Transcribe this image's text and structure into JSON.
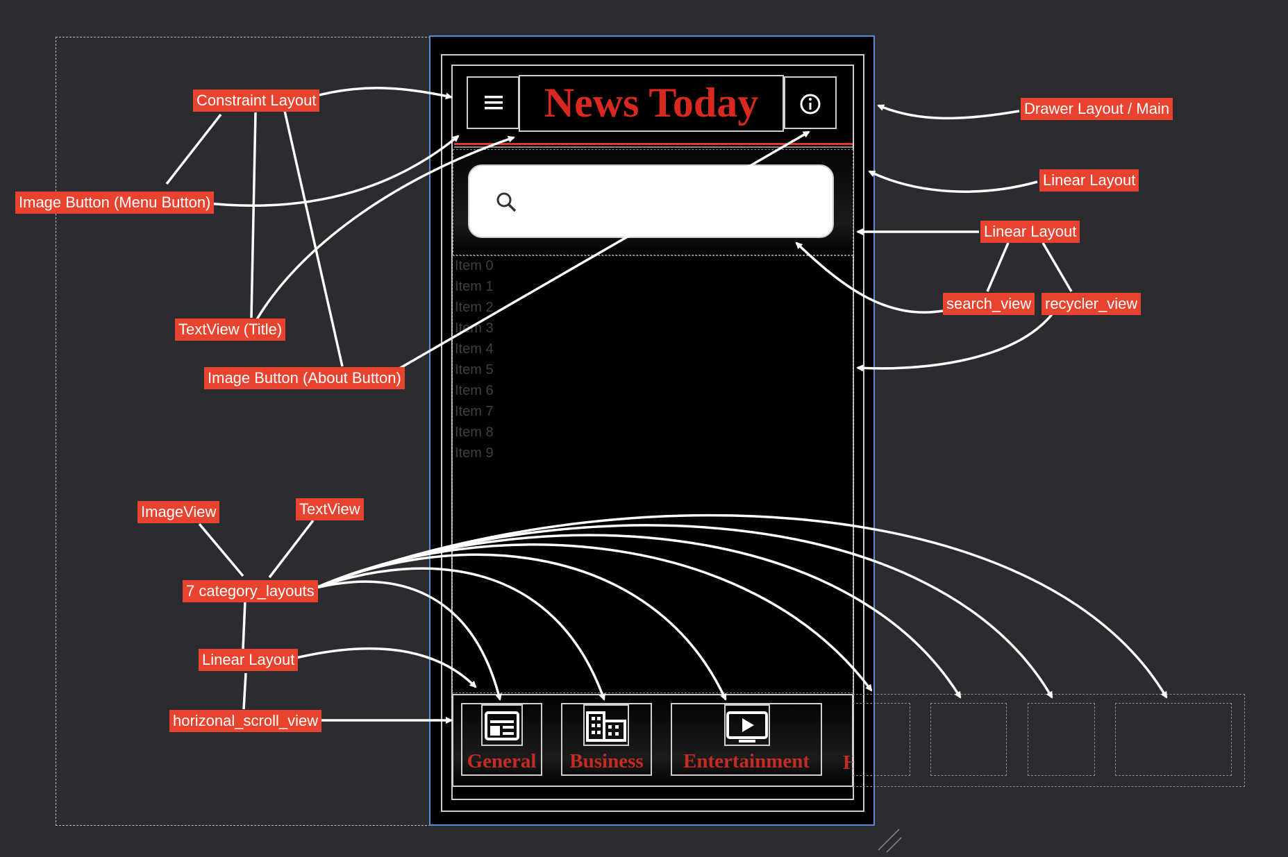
{
  "app": {
    "title": "News Today",
    "accent_color": "#e8432f",
    "title_color": "#d8281f"
  },
  "toolbar": {
    "menu_icon": "menu-icon",
    "about_icon": "info-icon"
  },
  "search": {
    "icon": "search-icon",
    "placeholder": ""
  },
  "recycler_items": [
    "Item 0",
    "Item 1",
    "Item 2",
    "Item 3",
    "Item 4",
    "Item 5",
    "Item 6",
    "Item 7",
    "Item 8",
    "Item 9"
  ],
  "categories": [
    {
      "label": "General",
      "icon": "newspaper-icon"
    },
    {
      "label": "Business",
      "icon": "building-icon"
    },
    {
      "label": "Entertainment",
      "icon": "tv-play-icon"
    },
    {
      "label": "H",
      "icon": ""
    }
  ],
  "annotations": {
    "constraint_layout": "Constraint Layout",
    "menu_button": "Image Button (Menu Button)",
    "title_textview": "TextView (Title)",
    "about_button": "Image Button (About Button)",
    "drawer_layout": "Drawer Layout / Main",
    "linear_layout_1": "Linear Layout",
    "linear_layout_2": "Linear Layout",
    "search_view": "search_view",
    "recycler_view": "recycler_view",
    "imageview": "ImageView",
    "textview": "TextView",
    "category_layouts": "7 category_layouts",
    "linear_layout_3": "Linear Layout",
    "horizontal_scroll_view": "horizonal_scroll_view"
  }
}
